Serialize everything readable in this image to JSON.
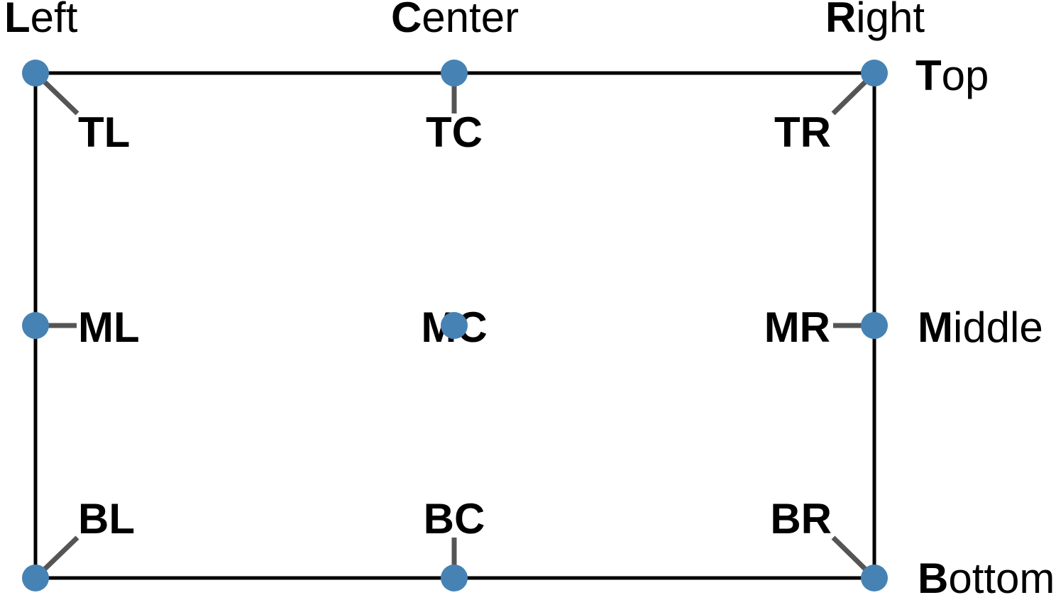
{
  "edge_labels": {
    "left": {
      "bold": "L",
      "rest": "eft"
    },
    "center": {
      "bold": "C",
      "rest": "enter"
    },
    "right": {
      "bold": "R",
      "rest": "ight"
    },
    "top": {
      "bold": "T",
      "rest": "op"
    },
    "middle": {
      "bold": "M",
      "rest": "iddle"
    },
    "bottom": {
      "bold": "B",
      "rest": "ottom"
    }
  },
  "anchor_labels": {
    "tl": "TL",
    "tc": "TC",
    "tr": "TR",
    "ml": "ML",
    "mc": "MC",
    "mr": "MR",
    "bl": "BL",
    "bc": "BC",
    "br": "BR"
  },
  "colors": {
    "point_fill": "#4682B4",
    "leader": "#555555",
    "frame": "#000000",
    "text": "#000000"
  }
}
